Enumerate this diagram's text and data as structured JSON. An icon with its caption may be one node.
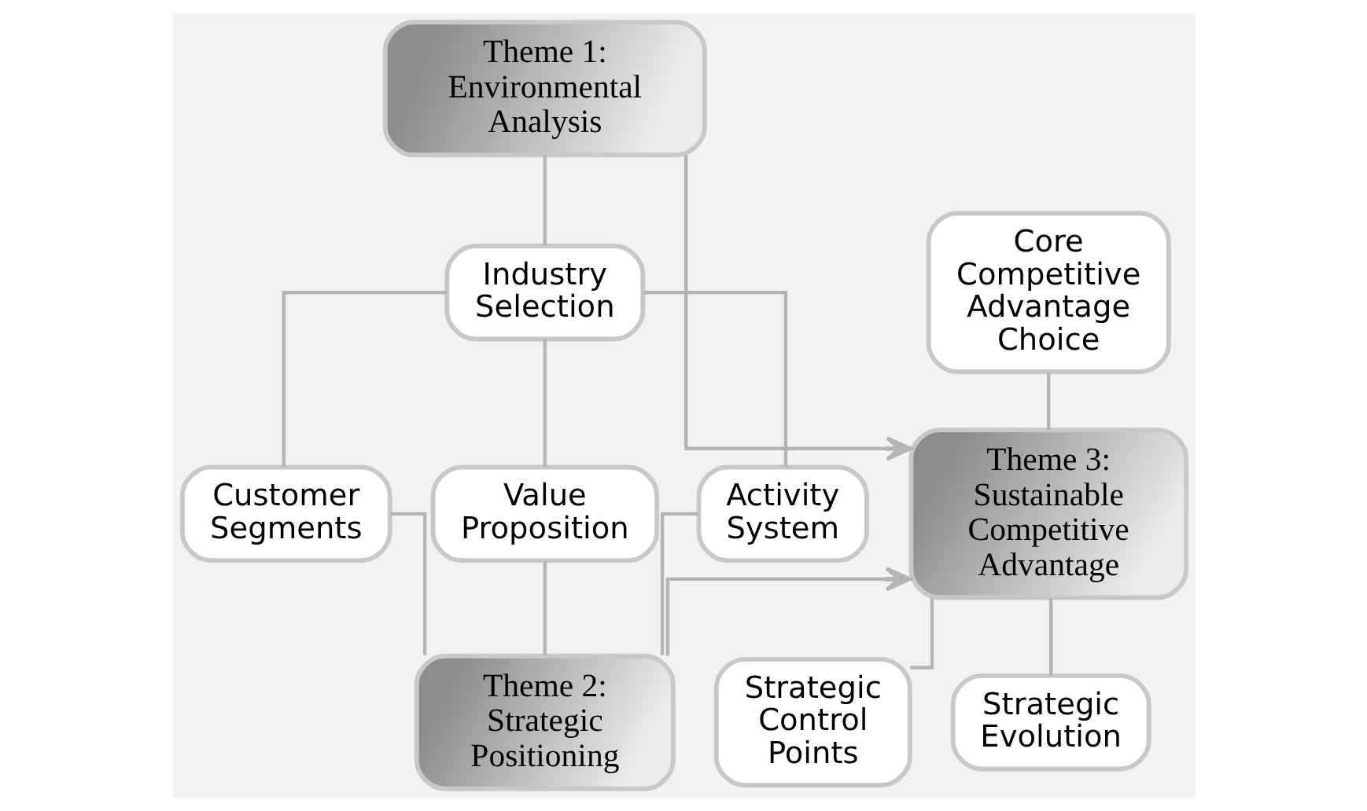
{
  "diagram": {
    "nodes": [
      {
        "text": [
          "Theme 1: Environmental Analysis"
        ]
      },
      {
        "text": [
          "Industry Selection"
        ]
      },
      {
        "text": [
          "Customer Segments"
        ]
      },
      {
        "text": [
          "Value Proposition"
        ]
      },
      {
        "text": [
          "Activity System"
        ]
      },
      {
        "text": [
          "Theme 2: Strategic Positioning"
        ]
      },
      {
        "text": [
          "Core Competitive Advantage Choice"
        ]
      },
      {
        "text": [
          "Theme 3: Sustainable Competitive Advantage"
        ]
      },
      {
        "text": [
          "Strategic Control Points"
        ]
      },
      {
        "text": [
          "Strategic Evolution"
        ]
      }
    ],
    "edges": [
      {
        "from": 0,
        "to": 1,
        "arrow": "none"
      },
      {
        "from": 1,
        "to": 2,
        "arrow": "none"
      },
      {
        "from": 1,
        "to": 3,
        "arrow": "none"
      },
      {
        "from": 1,
        "to": 4,
        "arrow": "none"
      },
      {
        "from": 2,
        "to": 5,
        "arrow": "none"
      },
      {
        "from": 3,
        "to": 5,
        "arrow": "none"
      },
      {
        "from": 4,
        "to": 5,
        "arrow": "none"
      },
      {
        "from": 0,
        "to": 7,
        "arrow": "to"
      },
      {
        "from": 5,
        "to": 7,
        "arrow": "to"
      },
      {
        "from": 6,
        "to": 7,
        "arrow": "none"
      },
      {
        "from": 7,
        "to": 8,
        "arrow": "none"
      },
      {
        "from": 7,
        "to": 9,
        "arrow": "none"
      }
    ]
  }
}
